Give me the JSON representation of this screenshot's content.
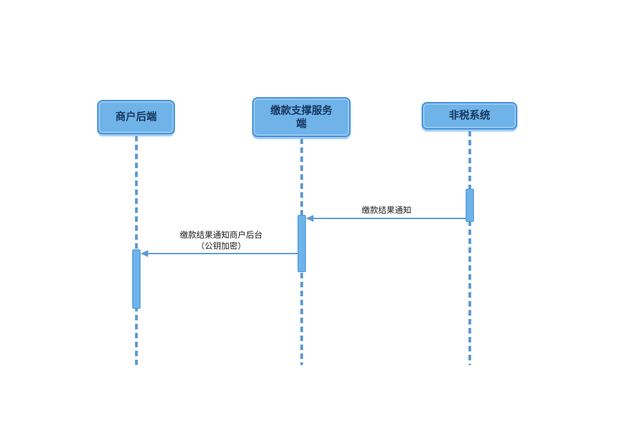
{
  "diagram": {
    "type": "sequence-diagram",
    "actors": [
      {
        "label": "商户后端"
      },
      {
        "label": "缴款支撑服务\n端"
      },
      {
        "label": "非税系统"
      }
    ],
    "messages": [
      {
        "label": "缴款结果通知",
        "from": "非税系统",
        "to": "缴款支撑服务端"
      },
      {
        "label": "缴款结果通知商户后台\n（公钥加密）",
        "from": "缴款支撑服务端",
        "to": "商户后端"
      }
    ],
    "colors": {
      "node_fill": "#6FB3E9",
      "node_border": "#4191DC",
      "node_text": "#17375E",
      "line": "#5B9BD5",
      "message_text": "#1a1a1a",
      "background": "#ffffff"
    }
  }
}
